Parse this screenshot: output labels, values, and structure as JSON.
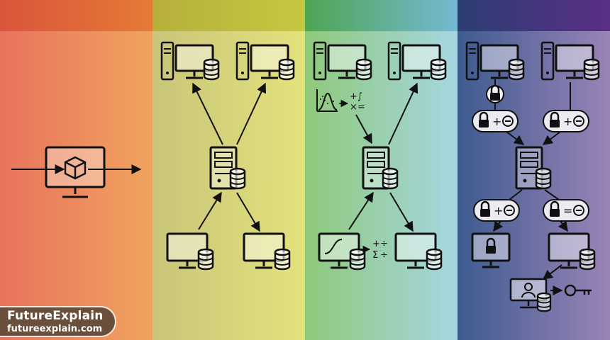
{
  "brand": {
    "name": "FutureExplain",
    "url": "futureexplain.com"
  },
  "colors": {
    "panel1_band": "#de5a3e",
    "panel2_band": "#b9b83a",
    "panel3_band": "#4aa35a",
    "panel4_band": "#432f74",
    "brand_bg": "#6a4f3d",
    "ink": "#111111"
  },
  "icons": [
    "monitor-cube-icon",
    "desktop-computer-icon",
    "server-icon",
    "database-icon",
    "lock-icon",
    "key-icon",
    "user-icon",
    "math-symbols-icon"
  ],
  "symbols": {
    "plus": "+",
    "integral": "∫",
    "times": "×",
    "equals": "=",
    "divide": "÷",
    "sigma": "Σ",
    "minus": "−"
  }
}
